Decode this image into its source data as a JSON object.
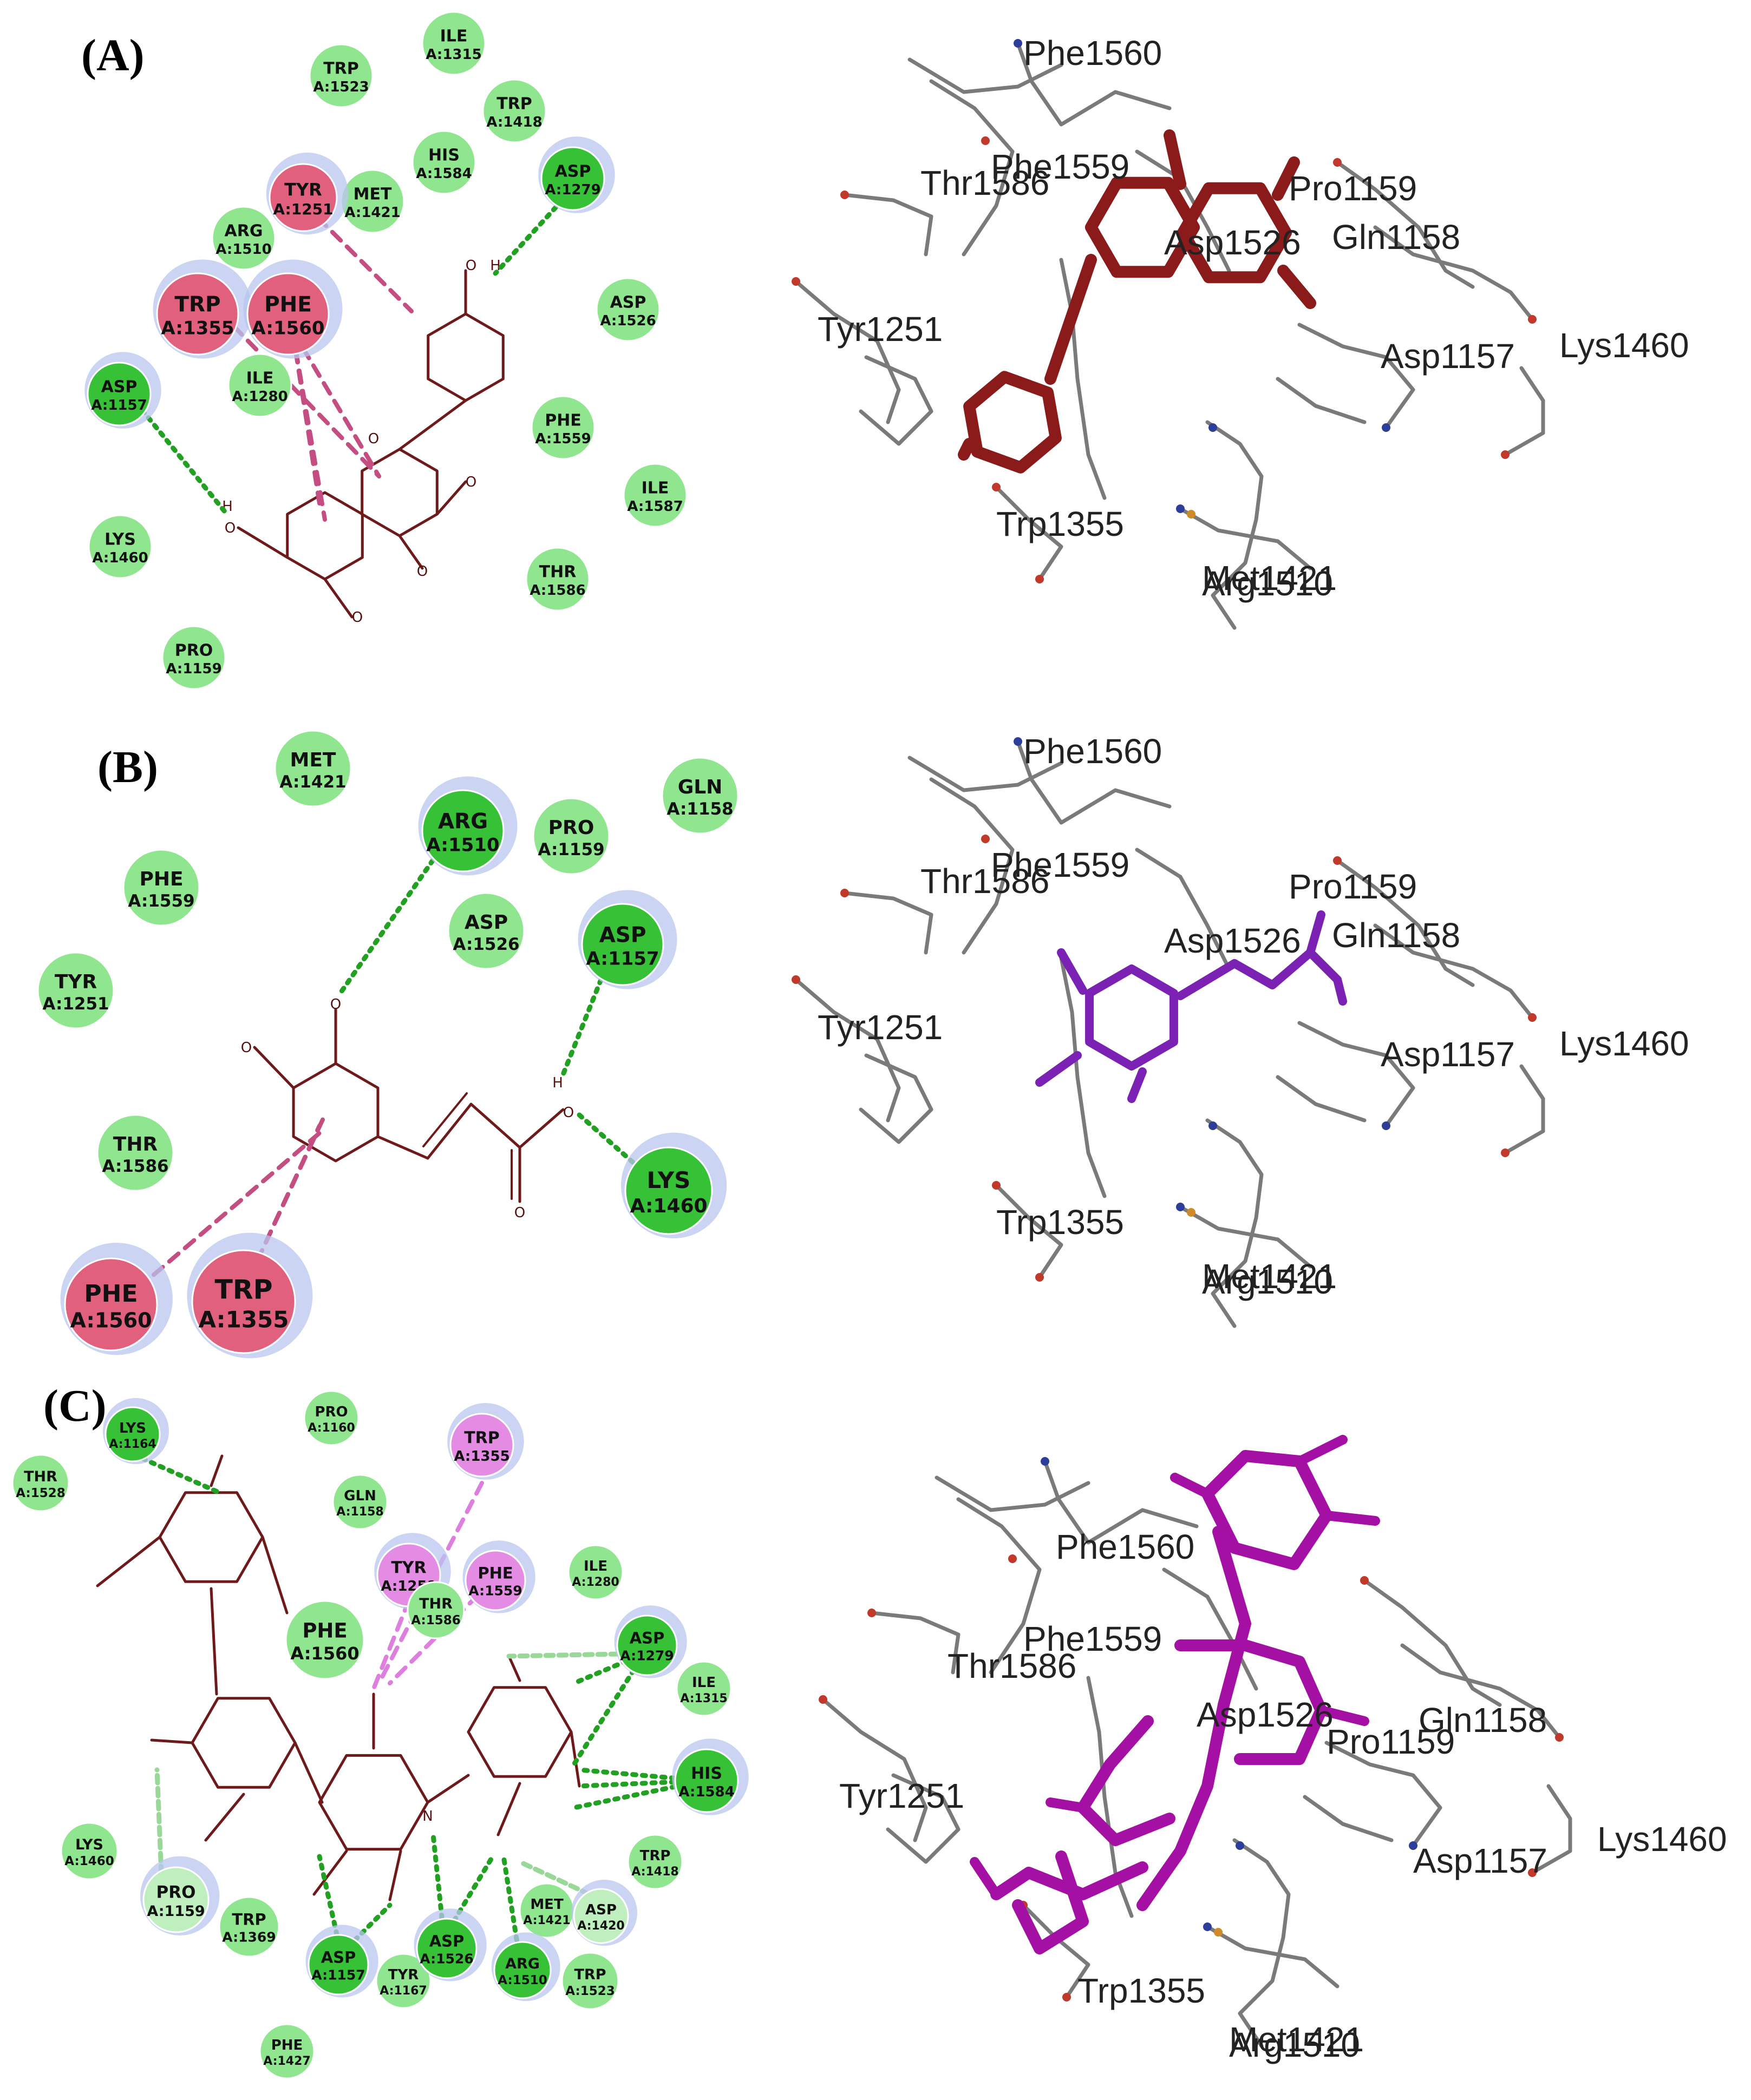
{
  "panels": [
    {
      "id": "A",
      "label": "(A)",
      "ligand_color": "#8b1a1a",
      "residues_2d": [
        {
          "name": "TRP",
          "id": "A:1523",
          "type": "vdw"
        },
        {
          "name": "ILE",
          "id": "A:1315",
          "type": "vdw"
        },
        {
          "name": "TRP",
          "id": "A:1418",
          "type": "vdw"
        },
        {
          "name": "HIS",
          "id": "A:1584",
          "type": "vdw"
        },
        {
          "name": "MET",
          "id": "A:1421",
          "type": "vdw"
        },
        {
          "name": "TYR",
          "id": "A:1251",
          "type": "pi"
        },
        {
          "name": "ASP",
          "id": "A:1279",
          "type": "hbond"
        },
        {
          "name": "ARG",
          "id": "A:1510",
          "type": "vdw"
        },
        {
          "name": "TRP",
          "id": "A:1355",
          "type": "pi"
        },
        {
          "name": "PHE",
          "id": "A:1560",
          "type": "pi"
        },
        {
          "name": "ILE",
          "id": "A:1280",
          "type": "vdw"
        },
        {
          "name": "ASP",
          "id": "A:1526",
          "type": "vdw"
        },
        {
          "name": "ASP",
          "id": "A:1157",
          "type": "hbond"
        },
        {
          "name": "PHE",
          "id": "A:1559",
          "type": "vdw"
        },
        {
          "name": "ILE",
          "id": "A:1587",
          "type": "vdw"
        },
        {
          "name": "LYS",
          "id": "A:1460",
          "type": "vdw"
        },
        {
          "name": "THR",
          "id": "A:1586",
          "type": "vdw"
        },
        {
          "name": "PRO",
          "id": "A:1159",
          "type": "vdw"
        }
      ],
      "atoms": {
        "o": "O",
        "h": "H",
        "n": "N"
      },
      "residues_3d": [
        "Phe1560",
        "Phe1559",
        "Thr1586",
        "Pro1159",
        "Asp1526",
        "Gln1158",
        "Tyr1251",
        "Asp1157",
        "Lys1460",
        "Trp1355",
        "Met1421",
        "Arg1510"
      ]
    },
    {
      "id": "B",
      "label": "(B)",
      "ligand_color": "#7b22b4",
      "residues_2d": [
        {
          "name": "MET",
          "id": "A:1421",
          "type": "vdw"
        },
        {
          "name": "GLN",
          "id": "A:1158",
          "type": "vdw"
        },
        {
          "name": "ARG",
          "id": "A:1510",
          "type": "hbond"
        },
        {
          "name": "PRO",
          "id": "A:1159",
          "type": "vdw"
        },
        {
          "name": "PHE",
          "id": "A:1559",
          "type": "vdw"
        },
        {
          "name": "ASP",
          "id": "A:1526",
          "type": "vdw"
        },
        {
          "name": "ASP",
          "id": "A:1157",
          "type": "hbond"
        },
        {
          "name": "TYR",
          "id": "A:1251",
          "type": "vdw"
        },
        {
          "name": "THR",
          "id": "A:1586",
          "type": "vdw"
        },
        {
          "name": "LYS",
          "id": "A:1460",
          "type": "hbond"
        },
        {
          "name": "PHE",
          "id": "A:1560",
          "type": "pi"
        },
        {
          "name": "TRP",
          "id": "A:1355",
          "type": "pi"
        }
      ],
      "atoms": {
        "o": "O",
        "h": "H",
        "n": "N"
      },
      "residues_3d": [
        "Phe1560",
        "Phe1559",
        "Thr1586",
        "Pro1159",
        "Asp1526",
        "Gln1158",
        "Tyr1251",
        "Asp1157",
        "Lys1460",
        "Trp1355",
        "Met1421",
        "Arg1510"
      ]
    },
    {
      "id": "C",
      "label": "(C)",
      "ligand_color": "#a40fa4",
      "residues_2d": [
        {
          "name": "LYS",
          "id": "A:1164",
          "type": "hbond"
        },
        {
          "name": "PRO",
          "id": "A:1160",
          "type": "vdw"
        },
        {
          "name": "TRP",
          "id": "A:1355",
          "type": "pialkyl"
        },
        {
          "name": "THR",
          "id": "A:1528",
          "type": "vdw"
        },
        {
          "name": "GLN",
          "id": "A:1158",
          "type": "vdw"
        },
        {
          "name": "TYR",
          "id": "A:1251",
          "type": "pialkyl"
        },
        {
          "name": "PHE",
          "id": "A:1559",
          "type": "pialkyl"
        },
        {
          "name": "ILE",
          "id": "A:1280",
          "type": "vdw"
        },
        {
          "name": "THR",
          "id": "A:1586",
          "type": "vdw"
        },
        {
          "name": "PHE",
          "id": "A:1560",
          "type": "vdw"
        },
        {
          "name": "ASP",
          "id": "A:1279",
          "type": "hbond"
        },
        {
          "name": "ILE",
          "id": "A:1315",
          "type": "vdw"
        },
        {
          "name": "HIS",
          "id": "A:1584",
          "type": "hbond"
        },
        {
          "name": "LYS",
          "id": "A:1460",
          "type": "vdw"
        },
        {
          "name": "TRP",
          "id": "A:1418",
          "type": "vdw"
        },
        {
          "name": "PRO",
          "id": "A:1159",
          "type": "carbonh"
        },
        {
          "name": "MET",
          "id": "A:1421",
          "type": "vdw"
        },
        {
          "name": "TRP",
          "id": "A:1369",
          "type": "vdw"
        },
        {
          "name": "ASP",
          "id": "A:1420",
          "type": "carbonh"
        },
        {
          "name": "ASP",
          "id": "A:1157",
          "type": "hbond"
        },
        {
          "name": "TYR",
          "id": "A:1167",
          "type": "vdw"
        },
        {
          "name": "ASP",
          "id": "A:1526",
          "type": "hbond"
        },
        {
          "name": "ARG",
          "id": "A:1510",
          "type": "hbond"
        },
        {
          "name": "TRP",
          "id": "A:1523",
          "type": "vdw"
        },
        {
          "name": "PHE",
          "id": "A:1427",
          "type": "vdw"
        }
      ],
      "atoms": {
        "o": "O",
        "h": "H",
        "n": "N"
      },
      "residues_3d": [
        "Phe1560",
        "Phe1559",
        "Thr1586",
        "Pro1159",
        "Asp1526",
        "Gln1158",
        "Tyr1251",
        "Asp1157",
        "Lys1460",
        "Trp1355",
        "Met1421",
        "Arg1510"
      ]
    }
  ],
  "colors": {
    "vdw": "#8fe68f",
    "hbond": "#36c136",
    "pi": "#e0607e",
    "pialkyl": "#e48be4",
    "carbonh": "#bfeebf",
    "hbond_line": "#22a022",
    "carbonh_line": "#9ad89a",
    "pi_line": "#c44e82",
    "pialkyl_line": "#dd80dd",
    "halo": "#b9c6ef",
    "bond": "#6e1a1a",
    "stick": "#7a7a7a"
  }
}
